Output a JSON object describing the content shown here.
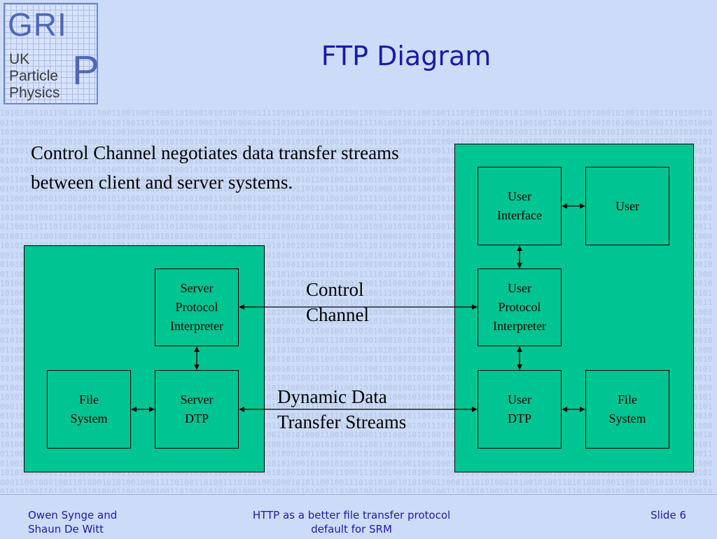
{
  "logo": {
    "grip": "GRI",
    "p": "P",
    "line1": "UK",
    "line2": "Particle",
    "line3": "Physics"
  },
  "title": "FTP Diagram",
  "intro": "Control Channel negotiates data transfer streams between client and server systems.",
  "binary_pattern": "1010100110110011010100011001000100011010001010100100011110100110100111010010010001010110010011101010100101010001100011101010001010010100110101000100110010001010100101010",
  "server": {
    "protocol_interpreter": "Server\nProtocol\nInterpreter",
    "dtp": "Server\nDTP",
    "file_system": "File\nSystem"
  },
  "client": {
    "user_interface": "User\nInterface",
    "user": "User",
    "protocol_interpreter": "User\nProtocol\nInterpreter",
    "dtp": "User\nDTP",
    "file_system": "File\nSystem"
  },
  "labels": {
    "control_channel": "Control\nChannel",
    "data_streams": "Dynamic Data\nTransfer Streams"
  },
  "colors": {
    "panel": "#00c491",
    "background": "#ccdcf8",
    "title": "#1a1aa6"
  },
  "footer": {
    "authors": "Owen Synge and\nShaun De Witt",
    "talk_title": "HTTP as a better file transfer protocol\ndefault for SRM",
    "slide": "Slide 6"
  }
}
